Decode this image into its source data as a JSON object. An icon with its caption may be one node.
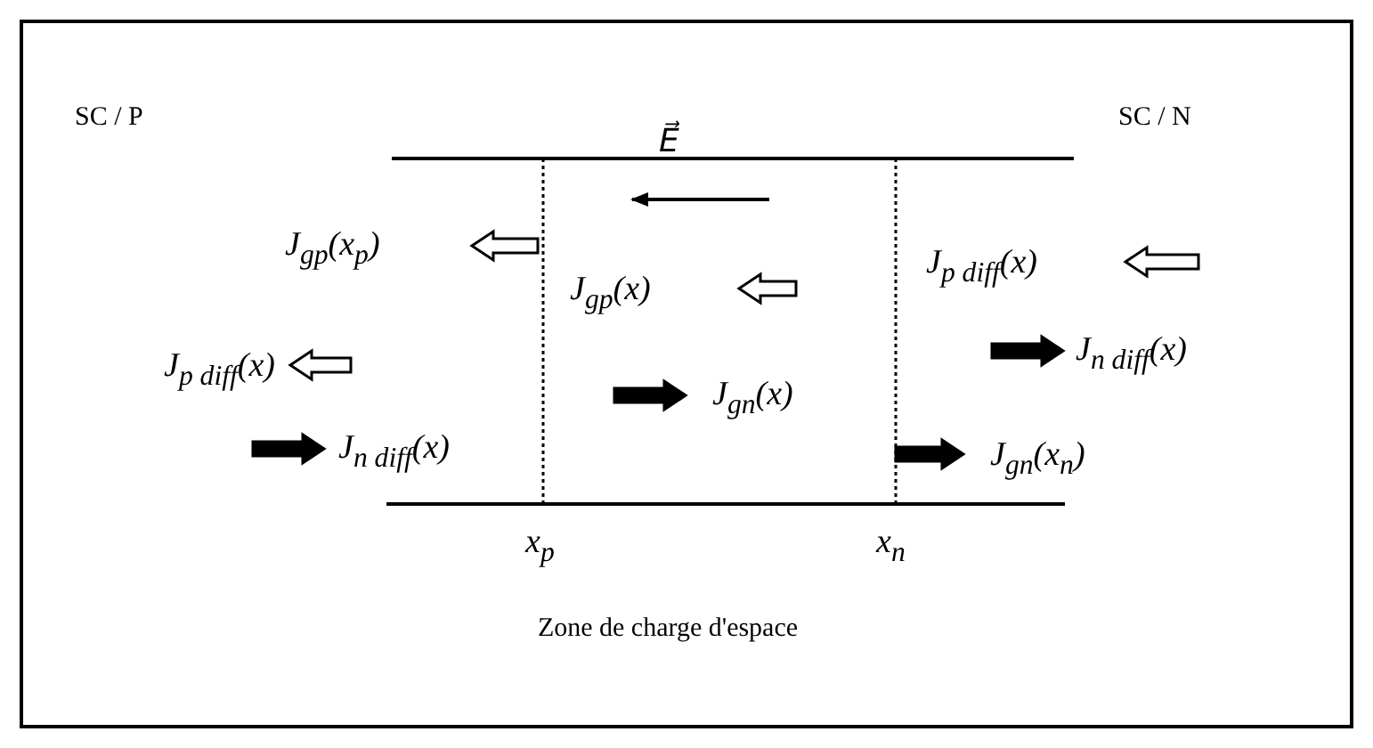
{
  "diagram": {
    "labels": [
      "SC / P",
      "SC / N",
      "E⃗",
      "J$_{gp}$(x$_{p}$)",
      "J$_{p diff}$(x)",
      "J$_{gp}$(x)",
      "J$_{n diff}$(x)",
      "J$_{p diff}$(x)",
      "J$_{gn}$(x)",
      "J$_{n diff}$(x)",
      "J$_{gn}$(x$_{n}$)",
      "x$_{p}$",
      "x$_{n}$",
      "Zone de charge d'espace"
    ]
  }
}
